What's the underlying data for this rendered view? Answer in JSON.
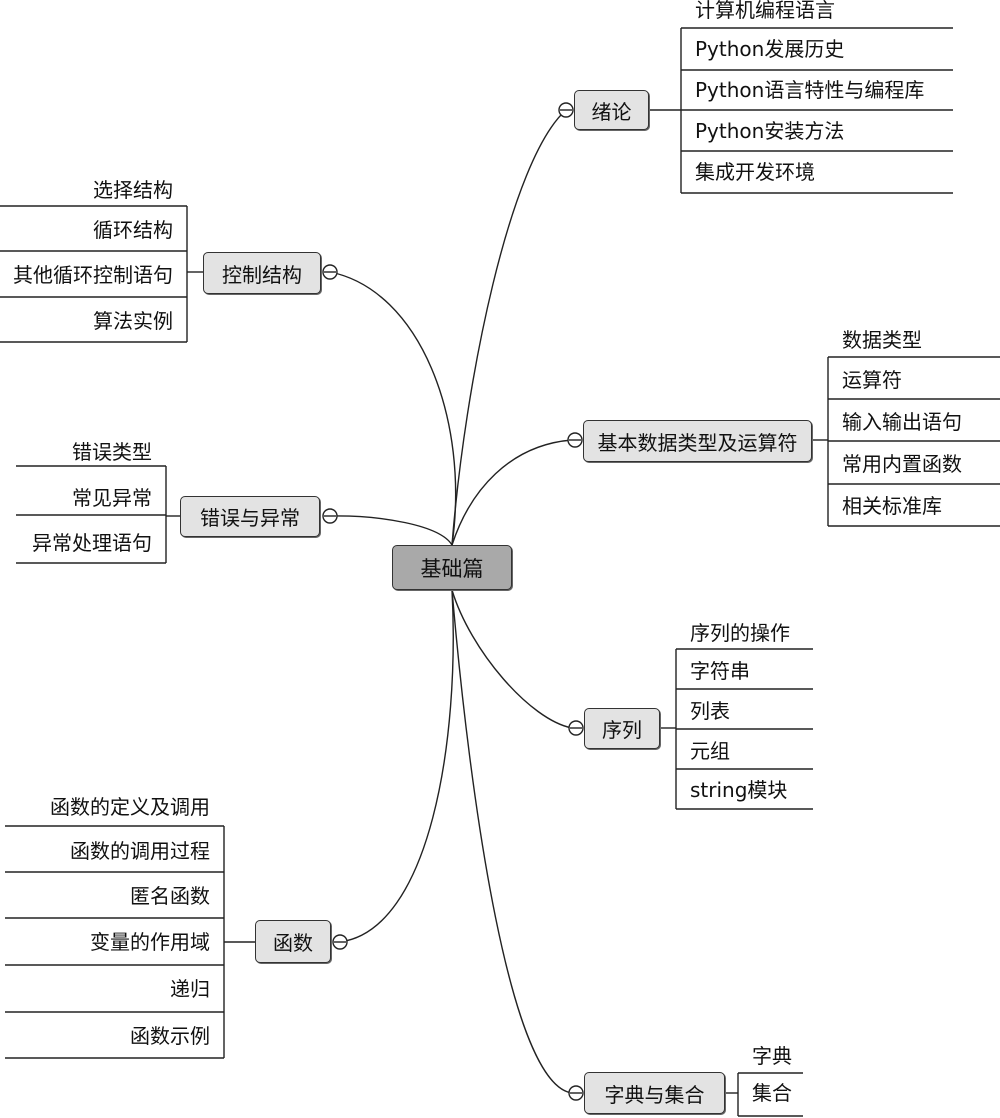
{
  "root": "基础篇",
  "topics": {
    "intro": {
      "label": "绪论",
      "items": [
        "计算机编程语言",
        "Python发展历史",
        "Python语言特性与编程库",
        "Python安装方法",
        "集成开发环境"
      ]
    },
    "control": {
      "label": "控制结构",
      "items": [
        "选择结构",
        "循环结构",
        "其他循环控制语句",
        "算法实例"
      ]
    },
    "datatypes": {
      "label": "基本数据类型及运算符",
      "items": [
        "数据类型",
        "运算符",
        "输入输出语句",
        "常用内置函数",
        "相关标准库"
      ]
    },
    "errors": {
      "label": "错误与异常",
      "items": [
        "错误类型",
        "常见异常",
        "异常处理语句"
      ]
    },
    "sequence": {
      "label": "序列",
      "items": [
        "序列的操作",
        "字符串",
        "列表",
        "元组",
        "string模块"
      ]
    },
    "functions": {
      "label": "函数",
      "items": [
        "函数的定义及调用",
        "函数的调用过程",
        "匿名函数",
        "变量的作用域",
        "递归",
        "函数示例"
      ]
    },
    "dict": {
      "label": "字典与集合",
      "items": [
        "字典",
        "集合"
      ]
    }
  }
}
